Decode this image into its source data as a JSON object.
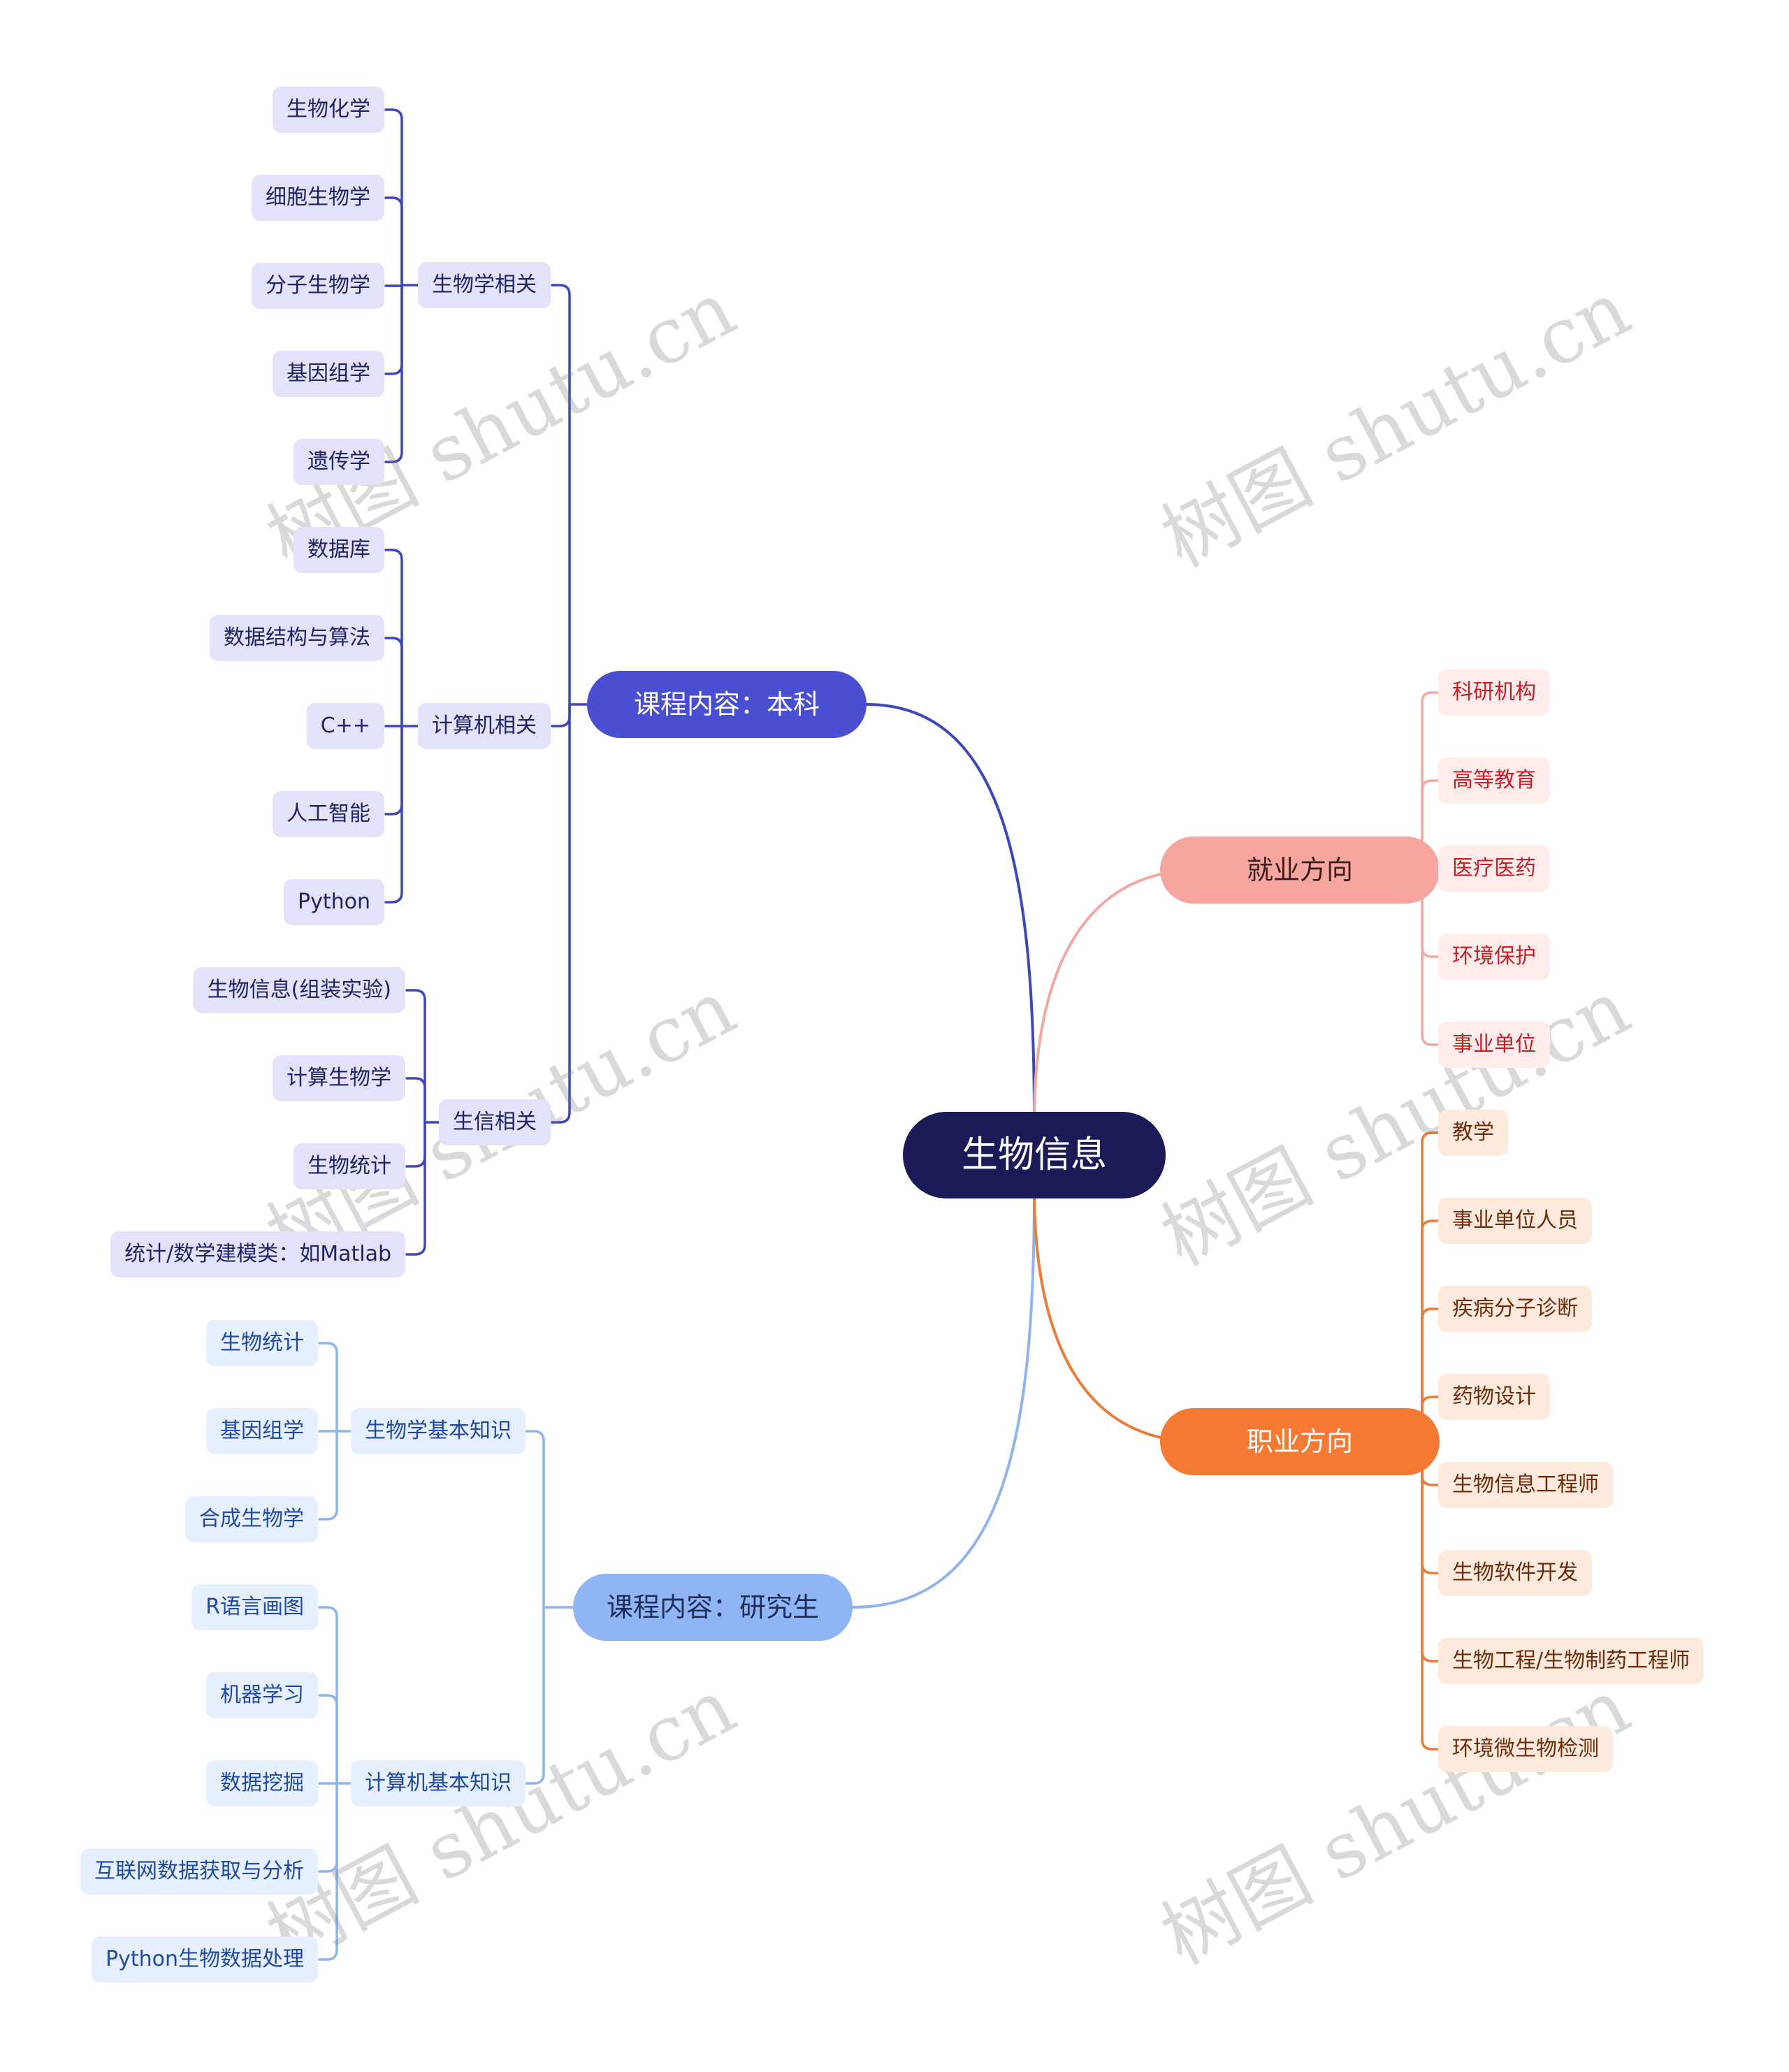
{
  "root": {
    "label": "生物信息"
  },
  "colors": {
    "undergrad": "#4a4fd1",
    "undergrad_line": "#3f46b8",
    "undergrad_leaf_bg": "#e3e2fa",
    "undergrad_text": "#1f2460",
    "grad": "#8fb5f5",
    "grad_line": "#8fb3ea",
    "grad_leaf_bg": "#e6effd",
    "grad_text": "#1f4aa0",
    "employment": "#f8a5a0",
    "employment_line": "#f2a8a2",
    "employment_leaf_bg": "#feecea",
    "employment_text": "#c4202a",
    "career": "#f47a33",
    "career_line": "#ea7b38",
    "career_leaf_bg": "#feeadc",
    "career_text": "#6a2c0a"
  },
  "branches": {
    "undergrad": {
      "label": "课程内容：本科",
      "groups": [
        {
          "label": "生物学相关",
          "items": [
            "生物化学",
            "细胞生物学",
            "分子生物学",
            "基因组学",
            "遗传学"
          ]
        },
        {
          "label": "计算机相关",
          "items": [
            "数据库",
            "数据结构与算法",
            "C++",
            "人工智能",
            "Python"
          ]
        },
        {
          "label": "生信相关",
          "items": [
            "生物信息(组装实验)",
            "计算生物学",
            "生物统计",
            "统计/数学建模类：如Matlab"
          ]
        }
      ]
    },
    "grad": {
      "label": "课程内容：研究生",
      "groups": [
        {
          "label": "生物学基本知识",
          "items": [
            "生物统计",
            "基因组学",
            "合成生物学"
          ]
        },
        {
          "label": "计算机基本知识",
          "items": [
            "R语言画图",
            "机器学习",
            "数据挖掘",
            "互联网数据获取与分析",
            "Python生物数据处理"
          ]
        }
      ]
    },
    "employment": {
      "label": "就业方向",
      "items": [
        "科研机构",
        "高等教育",
        "医疗医药",
        "环境保护",
        "事业单位"
      ]
    },
    "career": {
      "label": "职业方向",
      "items": [
        "教学",
        "事业单位人员",
        "疾病分子诊断",
        "药物设计",
        "生物信息工程师",
        "生物软件开发",
        "生物工程/生物制药工程师",
        "环境微生物检测"
      ]
    }
  },
  "watermark": "树图 shutu.cn"
}
